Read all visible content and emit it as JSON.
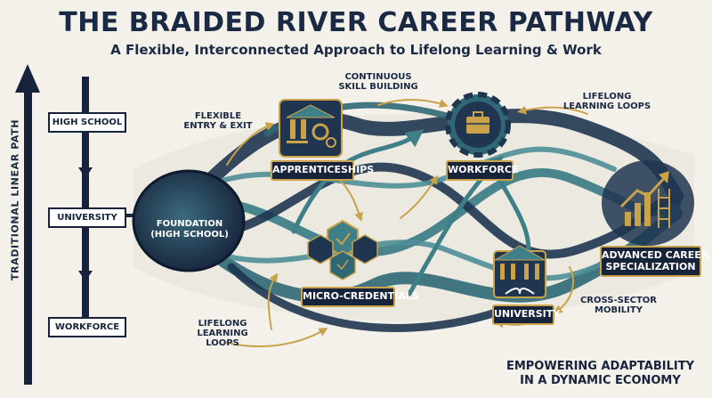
{
  "title": "THE BRAIDED RIVER CAREER PATHWAY",
  "subtitle": "A Flexible, Interconnected Approach to Lifelong Learning & Work",
  "linear": {
    "label": "TRADITIONAL LINEAR PATH",
    "steps": [
      "HIGH SCHOOL",
      "UNIVERSITY",
      "WORKFORCE"
    ]
  },
  "nodes": {
    "foundation": [
      "FOUNDATION",
      "(HIGH SCHOOL)"
    ],
    "apprenticeships": "APPRENTICESHIPS",
    "microcredentials": "MICRO-CREDENTIALS",
    "workforce": "WORKFORCE",
    "university": "UNIVERSITY",
    "advanced": [
      "ADVANCED CAREER /",
      "SPECIALIZATION"
    ]
  },
  "annotations": {
    "flexible_entry": [
      "FLEXIBLE",
      "ENTRY & EXIT"
    ],
    "continuous": [
      "CONTINUOUS",
      "SKILL BUILDING"
    ],
    "lifelong_top": [
      "LIFELONG",
      "LEARNING LOOPS"
    ],
    "lifelong_bottom": [
      "LIFELONG",
      "LEARNING",
      "LOOPS"
    ],
    "cross_sector": [
      "CROSS-SECTOR",
      "MOBILITY"
    ]
  },
  "footer": [
    "EMPOWERING ADAPTABILITY",
    "IN A DYNAMIC ECONOMY"
  ],
  "colors": {
    "navy": "#16233b",
    "teal": "#3f7f88",
    "gold": "#c9a24a",
    "background": "#f4f1ea"
  }
}
